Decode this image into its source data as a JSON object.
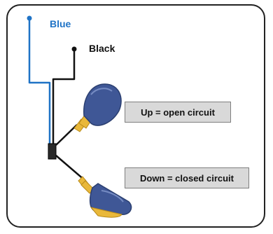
{
  "colors": {
    "blue_wire": "#1f73c6",
    "black_wire": "#111111",
    "float_body": "#3f5796",
    "float_yellow": "#e9b83a",
    "callout_bg": "#d9d9d9"
  },
  "labels": {
    "blue": "Blue",
    "black": "Black"
  },
  "callouts": {
    "up": "Up = open circuit",
    "down": "Down = closed circuit"
  }
}
